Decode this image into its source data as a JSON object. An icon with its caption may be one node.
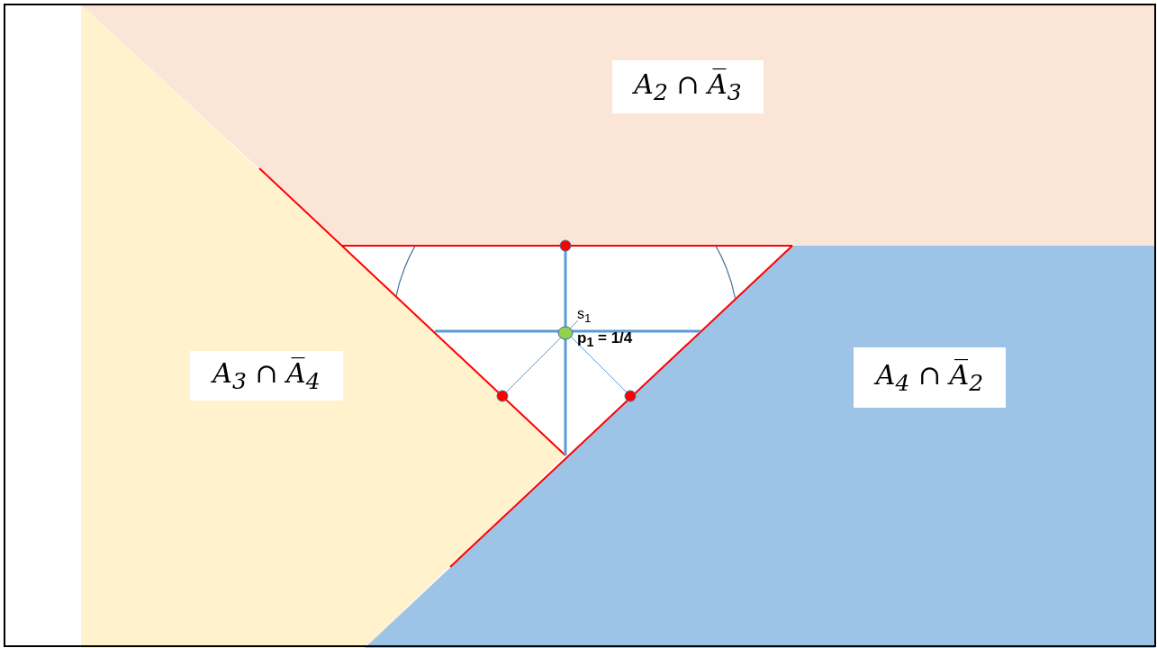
{
  "diagram": {
    "nodes": [
      {
        "text": [
          "A$_{2}$ ∩ A̅$_{3}$"
        ]
      },
      {
        "text": [
          "A$_{3}$ ∩ A̅$_{4}$"
        ]
      },
      {
        "text": [
          "A$_{4}$ ∩ A̅$_{2}$"
        ]
      }
    ],
    "labels": [
      "s$_{1}$",
      "p$_{1}$ = 1/4"
    ]
  }
}
